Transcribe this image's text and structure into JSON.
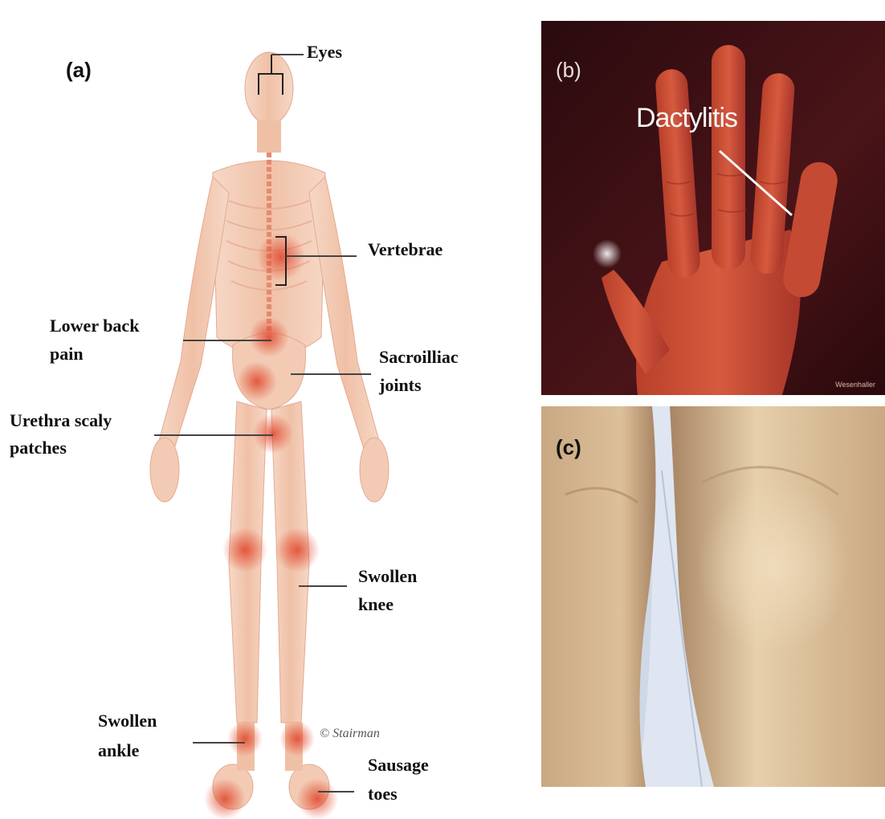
{
  "figure": {
    "panel_a": {
      "letter": "(a)",
      "labels": {
        "eyes": "Eyes",
        "vertebrae": "Vertebrae",
        "lower_back_1": "Lower back",
        "lower_back_2": "pain",
        "sacroiliac_1": "Sacroilliac",
        "sacroiliac_2": "joints",
        "urethra_1": "Urethra scaly",
        "urethra_2": "patches",
        "knee_1": "Swollen",
        "knee_2": "knee",
        "ankle_1": "Swollen",
        "ankle_2": "ankle",
        "toes_1": "Sausage",
        "toes_2": "toes"
      },
      "signature": "© Stairman"
    },
    "panel_b": {
      "letter": "(b)",
      "label": "Dactylitis",
      "credit": "Wesenhaller"
    },
    "panel_c": {
      "letter": "(c)"
    }
  },
  "colors": {
    "inflammation": "#e0452a",
    "skin_illustration": "#f2c7b0",
    "hand_red": "#c8452e",
    "bg_dark": "#3a0e12",
    "knee_skin": "#dcc09a"
  }
}
